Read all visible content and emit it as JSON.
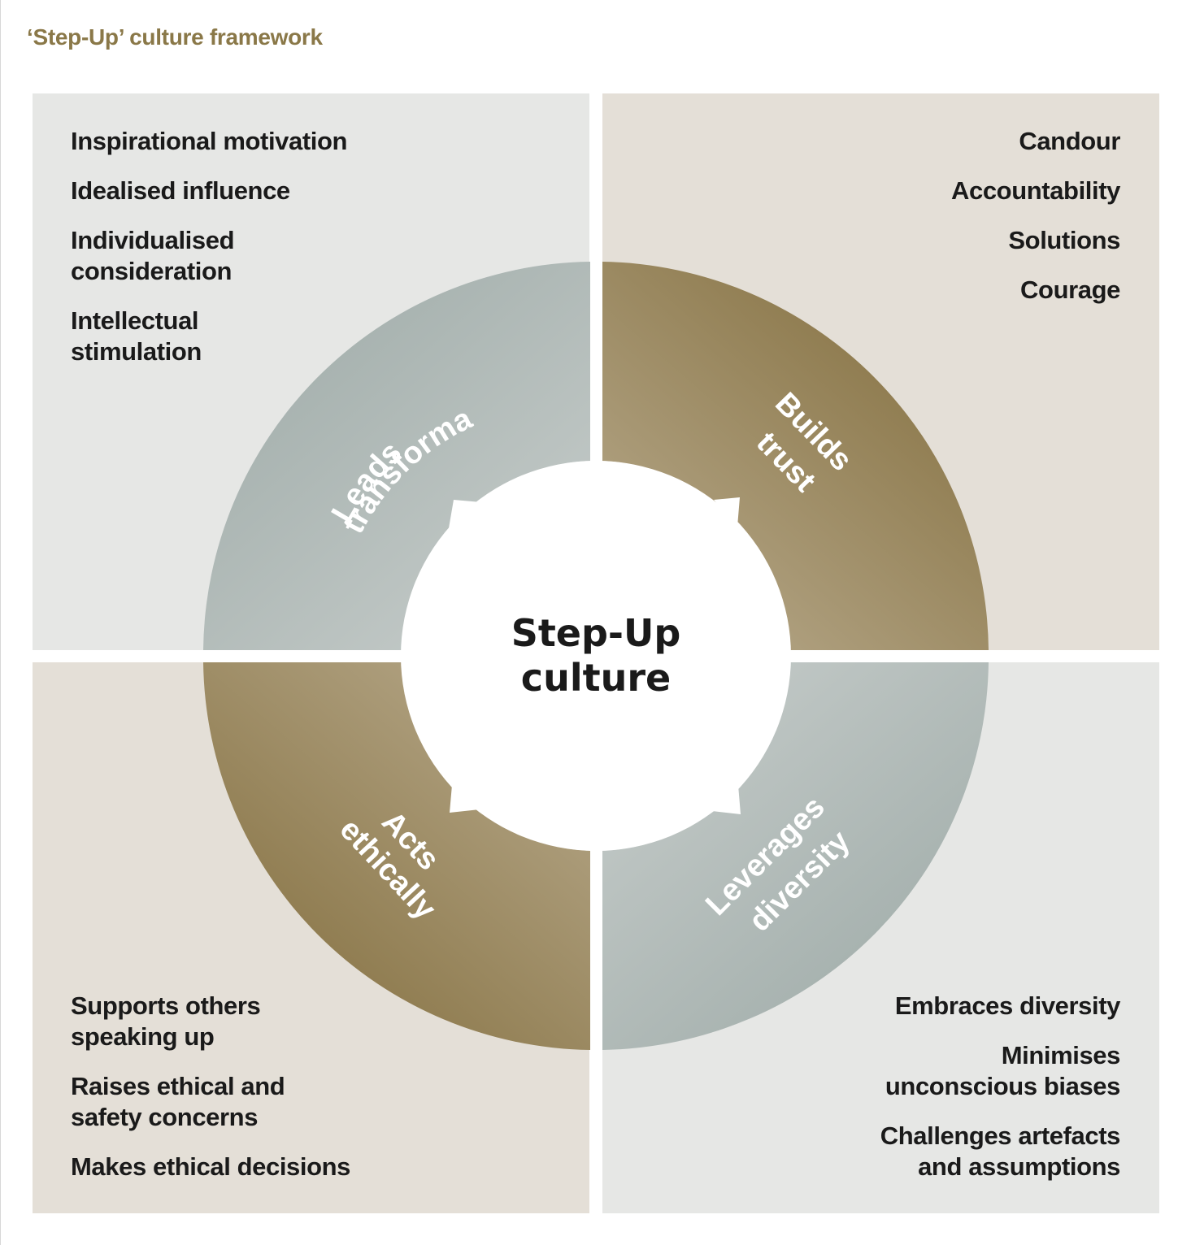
{
  "title": "‘Step-Up’ culture framework",
  "colors": {
    "title": "#8a7848",
    "gold_dark": "#8a7648",
    "gold_light": "#b7a98b",
    "grey_dark": "#a2aeab",
    "grey_light": "#c6ccca",
    "panel_grey": "#e6e7e5",
    "panel_beige": "#e4dfd7"
  },
  "center": {
    "line1": "Step-Up",
    "line2": "culture"
  },
  "segments": {
    "leads": {
      "line1": "Leads",
      "line2": "transformatively"
    },
    "trust": {
      "line1": "Builds",
      "line2": "trust"
    },
    "ethics": {
      "line1": "Acts",
      "line2": "ethically"
    },
    "diversity": {
      "line1": "Leverages",
      "line2": "diversity"
    }
  },
  "quadrants": {
    "top_left": {
      "items": [
        {
          "line1": "Inspirational motivation",
          "line2": ""
        },
        {
          "line1": "Idealised influence",
          "line2": ""
        },
        {
          "line1": "Individualised",
          "line2": "consideration"
        },
        {
          "line1": "Intellectual",
          "line2": "stimulation"
        }
      ]
    },
    "top_right": {
      "items": [
        {
          "line1": "Candour",
          "line2": ""
        },
        {
          "line1": "Accountability",
          "line2": ""
        },
        {
          "line1": "Solutions",
          "line2": ""
        },
        {
          "line1": "Courage",
          "line2": ""
        }
      ]
    },
    "bottom_left": {
      "items": [
        {
          "line1": "Supports others",
          "line2": "speaking up"
        },
        {
          "line1": "Raises ethical and",
          "line2": "safety concerns"
        },
        {
          "line1": "Makes ethical decisions",
          "line2": ""
        }
      ]
    },
    "bottom_right": {
      "items": [
        {
          "line1": "Embraces diversity",
          "line2": ""
        },
        {
          "line1": "Minimises",
          "line2": "unconscious biases"
        },
        {
          "line1": "Challenges artefacts",
          "line2": "and assumptions"
        }
      ]
    }
  }
}
